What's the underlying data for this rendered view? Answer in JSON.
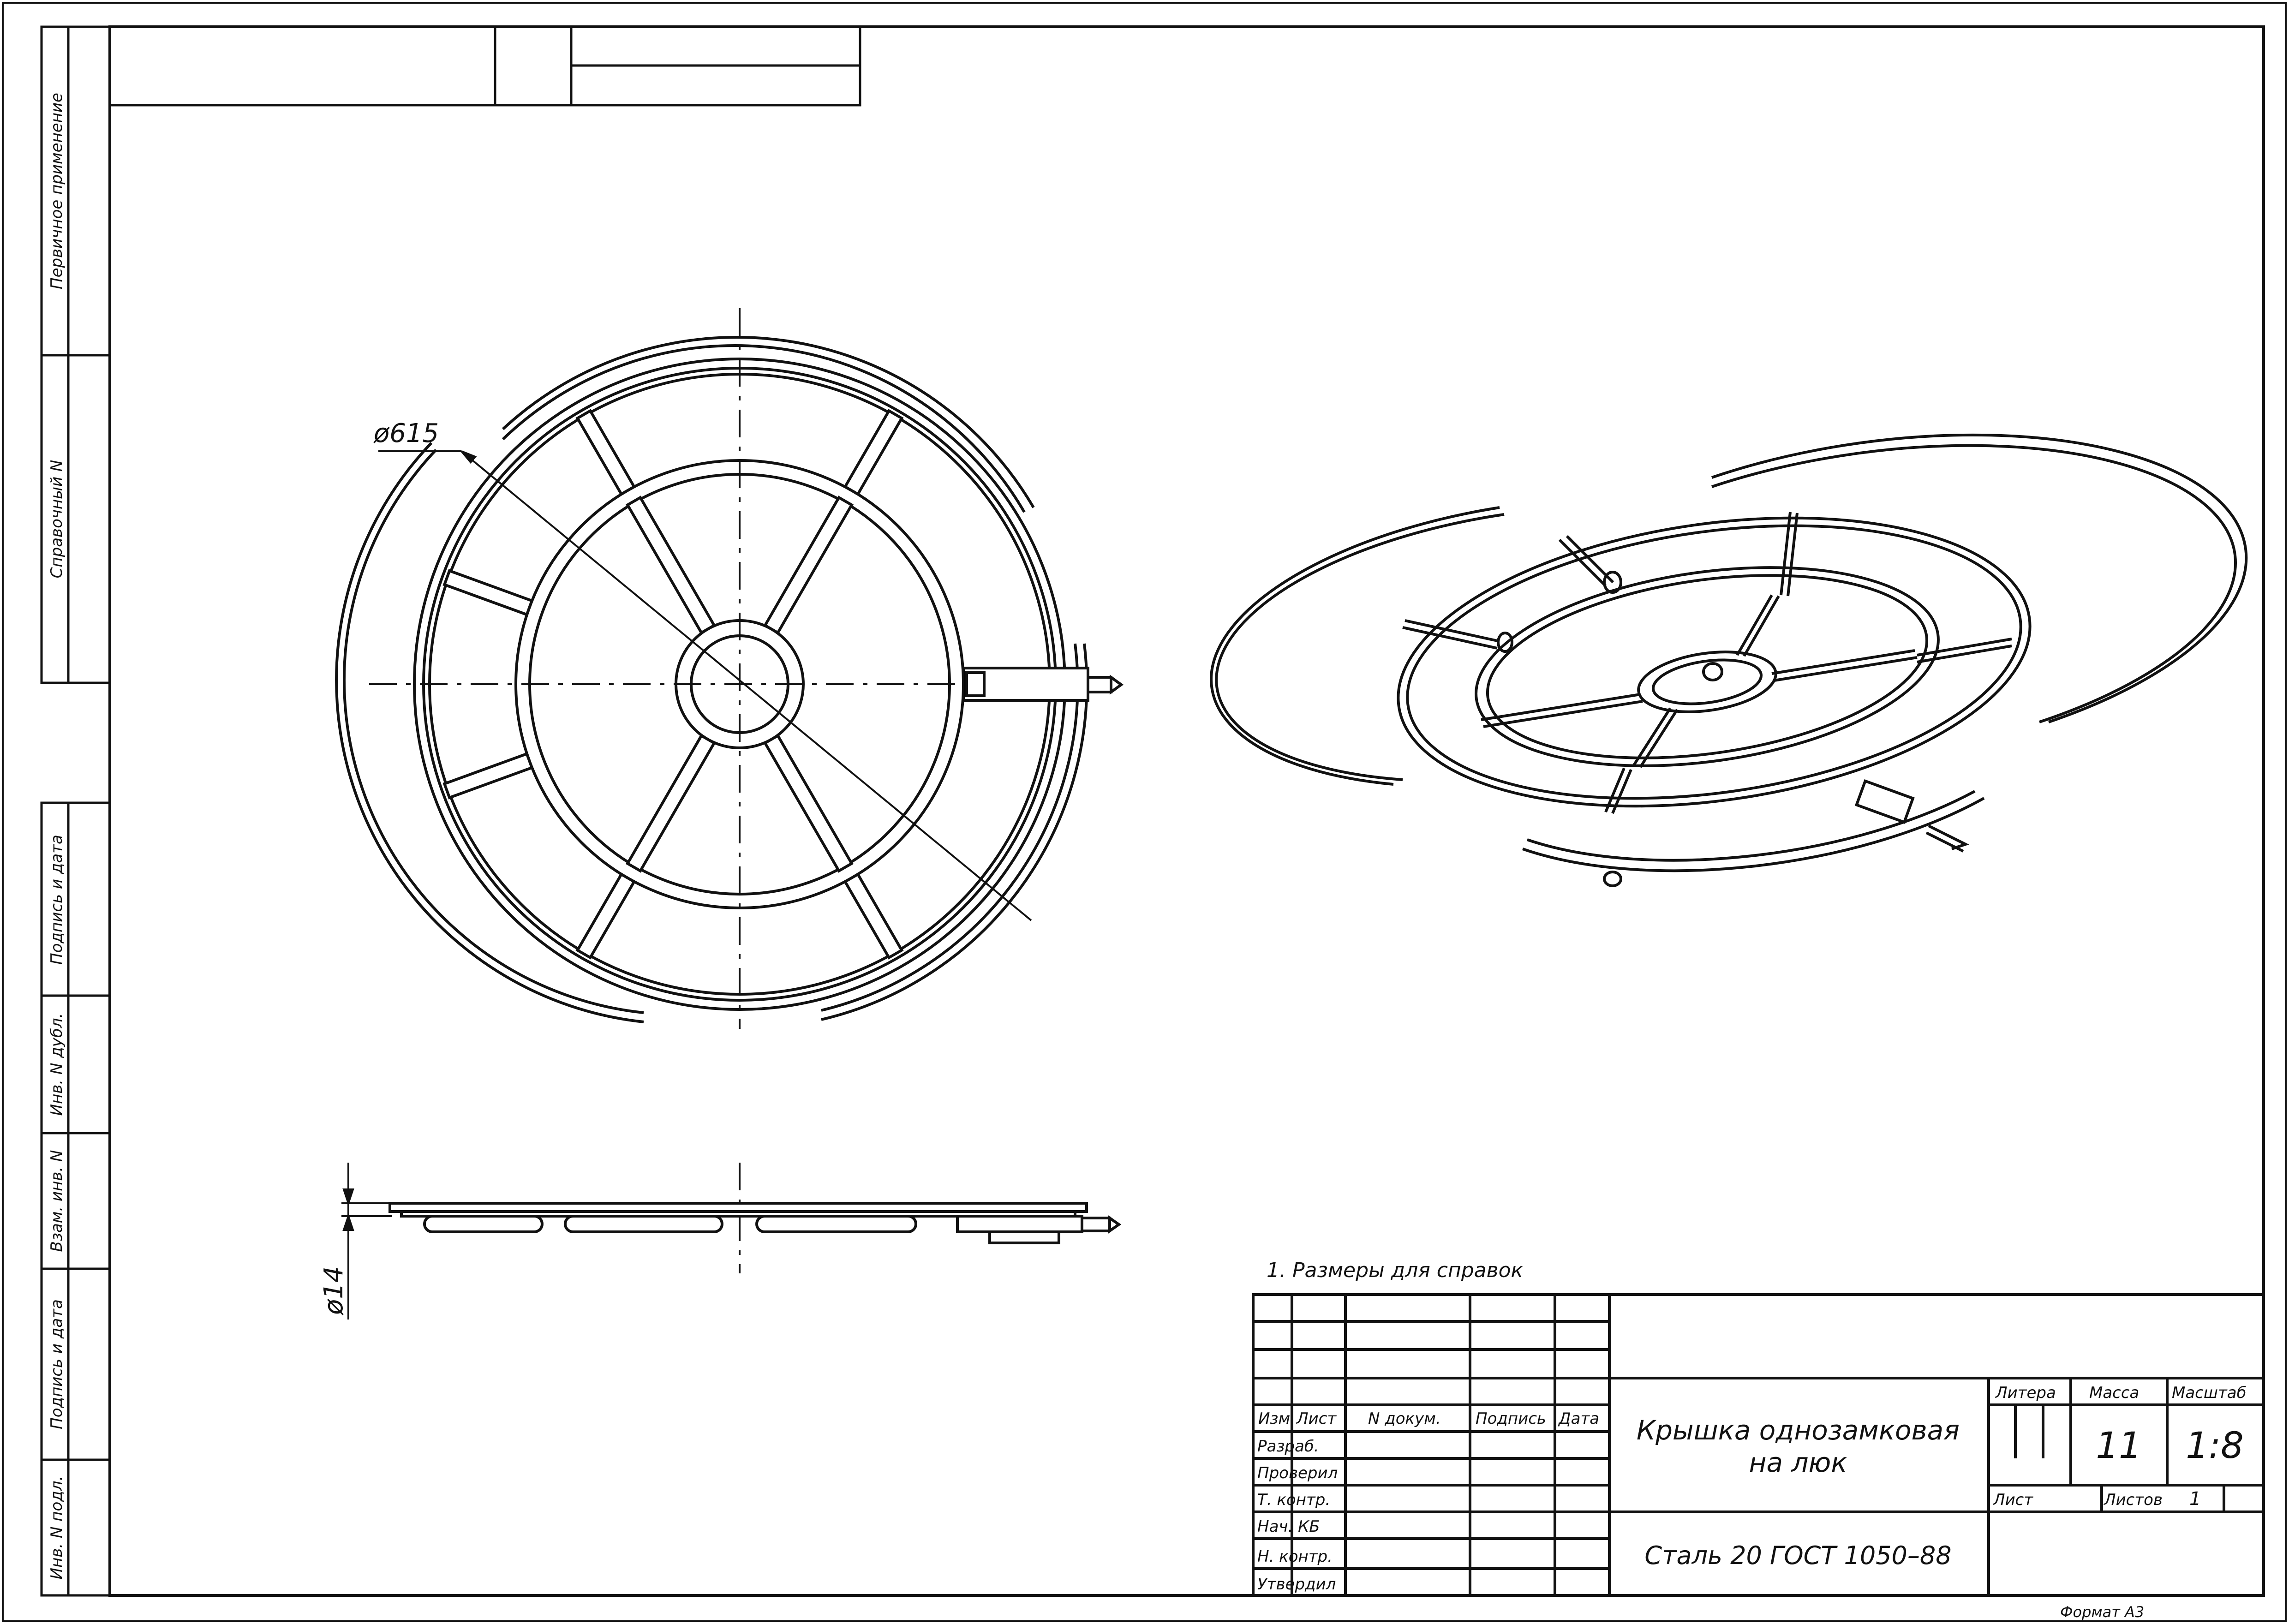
{
  "side_stamp": {
    "primary_use": "Первичное применение",
    "reference_no": "Справочный N",
    "sign_date_1": "Подпись и дата",
    "inv_dup": "Инв. N дубл.",
    "replace_inv": "Взам. инв. N",
    "sign_date_2": "Подпись и дата",
    "inv_orig": "Инв. N подл."
  },
  "dimensions": {
    "diameter": "ø615",
    "thickness": "ø14"
  },
  "notes": [
    "1. Размеры для справок"
  ],
  "title_block": {
    "col_izm": "Изм",
    "col_list": "Лист",
    "col_ndokum": "N докум.",
    "col_podpis": "Подпись",
    "col_data": "Дата",
    "row_razrab": "Разраб.",
    "row_proveril": "Проверил",
    "row_tkontr": "Т. контр.",
    "row_nachkb": "Нач. КБ",
    "row_nkontr": "Н. контр.",
    "row_utverdil": "Утвердил",
    "title_line1": "Крышка однозамковая",
    "title_line2": "на люк",
    "material": "Сталь 20 ГОСТ 1050–88",
    "litera_label": "Литера",
    "massa_label": "Масса",
    "masshtab_label": "Масштаб",
    "massa_value": "11",
    "masshtab_value": "1:8",
    "list_label": "Лист",
    "listov_label": "Листов",
    "listov_value": "1"
  },
  "format_label": "Формат A3"
}
